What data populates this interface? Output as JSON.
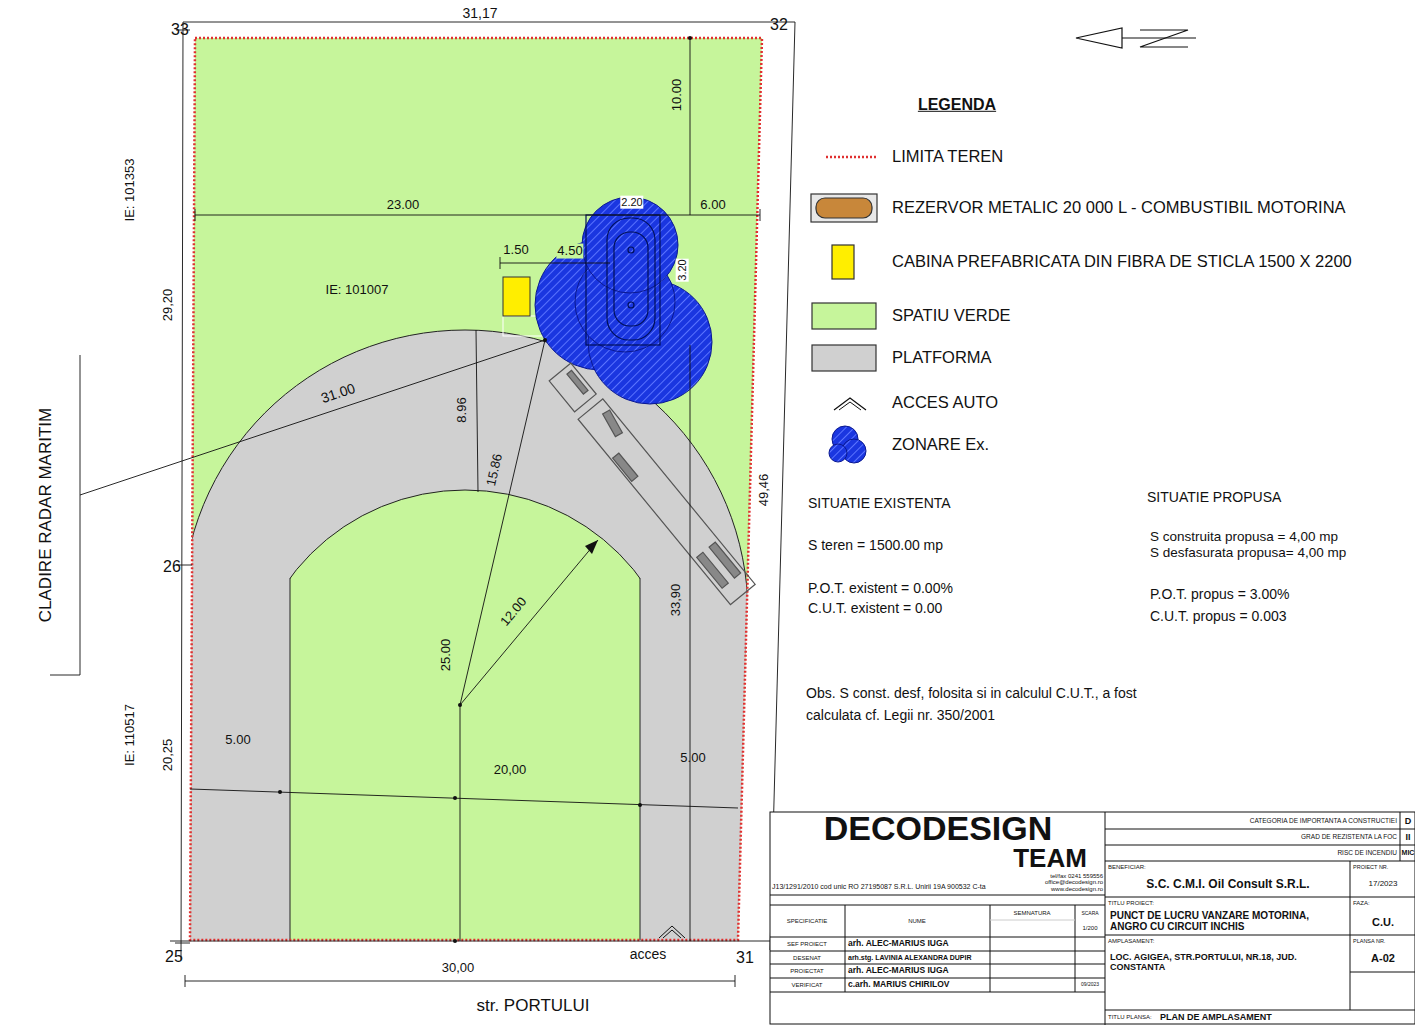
{
  "diagram": {
    "labels": [
      "31,17",
      "33",
      "32",
      "IE: 101353",
      "29,20",
      "CLADIRE RADAR MARITIM",
      "26",
      "IE: 110517",
      "20,25",
      "25",
      "30,00",
      "str. PORTULUI",
      "31",
      "acces",
      "10.00",
      "23.00",
      "2.20",
      "6.00",
      "1.50",
      "4.50",
      "3.20",
      "IE: 101007",
      "31.00",
      "8.96",
      "15.86",
      "49,46",
      "12.00",
      "25.00",
      "33,90",
      "5.00",
      "20,00",
      "5.00",
      "LEGENDA",
      "SITUATIE EXISTENTA",
      "S teren = 1500.00 mp",
      "P.O.T. existent = 0.00%",
      "C.U.T. existent = 0.00",
      "SITUATIE PROPUSA",
      "S construita propusa = 4,00 mp",
      "S desfasurata propusa= 4,00 mp",
      "P.O.T. propus = 3.00%",
      "C.U.T. propus = 0.003",
      "Obs. S const. desf, folosita si in calculul C.U.T., a fost calculata cf. Legii nr. 350/2001",
      "DECODESIGN",
      "TEAM",
      "tel/fax 0241 559556 office@decodesign.ro www.decodesign.ro",
      "J13/1291/2010 cod unic RO 27195087 S.R.L. Unirii 19A 900532 C-ta",
      "CATEGORIA DE IMPORTANTA A CONSTRUCTIEI",
      "D",
      "GRAD DE REZISTENTA LA FOC",
      "II",
      "RISC DE INCENDIU",
      "MIC",
      "BENEFICIAR:",
      "S.C. C.M.I. Oil Consult S.R.L.",
      "PROIECT NR.",
      "17/2023",
      "TITLU PROIECT:",
      "PUNCT DE LUCRU VANZARE MOTORINA, ANGRO CU CIRCUIT INCHIS",
      "FAZA:",
      "C.U.",
      "AMPLASAMENT:",
      "LOC. AGIGEA, STR.PORTULUI, NR.18, JUD. CONSTANTA",
      "PLANSA NR.",
      "A-02",
      "TITLU PLANSA:",
      "PLAN DE AMPLASAMENT",
      "SPECIFICATIE",
      "NUME",
      "SEMNATURA",
      "SCARA",
      "1/200",
      "SEF PROIECT",
      "arh. ALEC-MARIUS IUGA",
      "DESENAT",
      "arh.stg. LAVINIA ALEXANDRA DUPIR",
      "PROIECTAT",
      "arh. ALEC-MARIUS IUGA",
      "VERIFICAT",
      "c.arh. MARIUS CHIRILOV",
      "09/2023"
    ],
    "legend": [
      {
        "text": "LIMITA TEREN"
      },
      {
        "text": "REZERVOR METALIC 20 000 L - COMBUSTIBIL MOTORINA",
        "color": "#c8873a"
      },
      {
        "text": "CABINA PREFABRICATA DIN FIBRA DE STICLA 1500 X 2200",
        "color": "#ffee00"
      },
      {
        "text": "SPATIU VERDE",
        "color": "#c6f59b"
      },
      {
        "text": "PLATFORMA",
        "color": "#d0d0d0"
      },
      {
        "text": "ACCES AUTO"
      },
      {
        "text": "ZONARE Ex."
      }
    ]
  }
}
